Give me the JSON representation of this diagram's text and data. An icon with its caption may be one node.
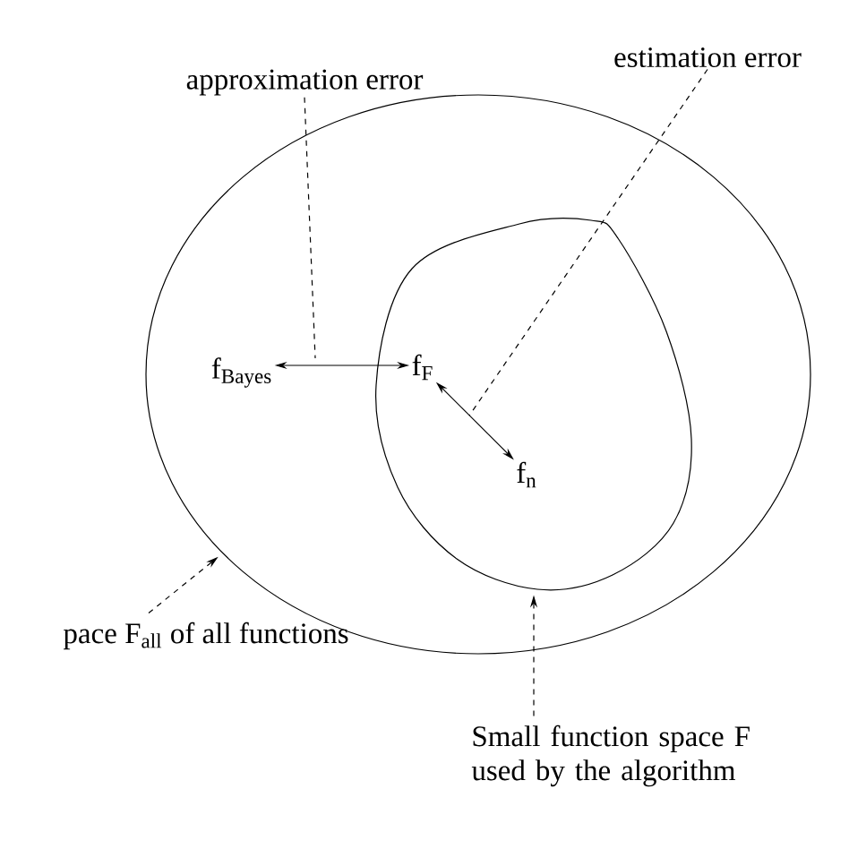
{
  "diagram": {
    "nodes": [
      {
        "text": [],
        "shape": "circle"
      },
      {
        "text": [],
        "shape": "cloud",
        "in": 0
      },
      {
        "text": [
          "f$_{Bayes}$"
        ],
        "in": 0
      },
      {
        "text": [
          "f$_{F}$"
        ],
        "in": 1
      },
      {
        "text": [
          "f$_{n}$"
        ],
        "in": 1
      },
      {
        "text": [
          "approximation error"
        ]
      },
      {
        "text": [
          "estimation error"
        ]
      },
      {
        "text": [
          "pace F$_{all}$ of all functions"
        ]
      },
      {
        "text": [
          "Small function space F used by the algorithm"
        ]
      }
    ],
    "edges": [
      {
        "from": 2,
        "to": 3,
        "arrow": "both"
      },
      {
        "from": 3,
        "to": 4,
        "arrow": "both"
      },
      {
        "from": 5,
        "to": null,
        "arrow": "none",
        "style": "dashed"
      },
      {
        "from": 6,
        "to": null,
        "arrow": "none",
        "style": "dashed"
      },
      {
        "from": 7,
        "to": 0,
        "arrow": "to",
        "style": "dashed"
      },
      {
        "from": 8,
        "to": 1,
        "arrow": "to",
        "style": "dashed"
      }
    ]
  }
}
